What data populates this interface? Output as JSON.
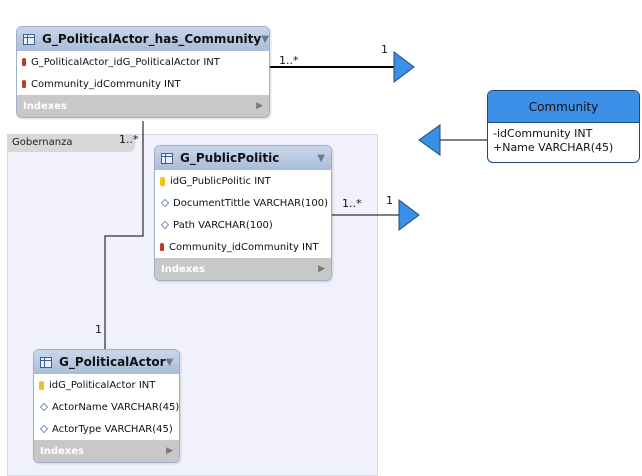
{
  "region": {
    "label": "Gobernanza"
  },
  "tables": {
    "has_community": {
      "title": "G_PoliticalActor_has_Community",
      "columns": [
        "G_PoliticalActor_idG_PoliticalActor INT",
        "Community_idCommunity INT"
      ],
      "indexes_label": "Indexes"
    },
    "public_politic": {
      "title": "G_PublicPolitic",
      "columns": [
        "idG_PublicPolitic INT",
        "DocumentTittle VARCHAR(100)",
        "Path VARCHAR(100)",
        "Community_idCommunity INT"
      ],
      "indexes_label": "Indexes"
    },
    "political_actor": {
      "title": "G_PoliticalActor",
      "columns": [
        "idG_PoliticalActor INT",
        "ActorName VARCHAR(45)",
        "ActorType VARCHAR(45)"
      ],
      "indexes_label": "Indexes"
    }
  },
  "uml_class": {
    "name": "Community",
    "attributes": [
      "-idCommunity INT",
      "+Name VARCHAR(45)"
    ]
  },
  "multiplicities": {
    "has_community_right_many": "1..*",
    "has_community_right_one": "1",
    "has_community_bottom_many": "1..*",
    "actor_top_one": "1",
    "public_right_many": "1..*",
    "public_right_one": "1"
  },
  "colors": {
    "arrow_fill": "#3c8fe6",
    "uml_header": "#3c8fe6",
    "table_header": "#b9cbe3",
    "indexes_bar": "#c8c8c8"
  }
}
